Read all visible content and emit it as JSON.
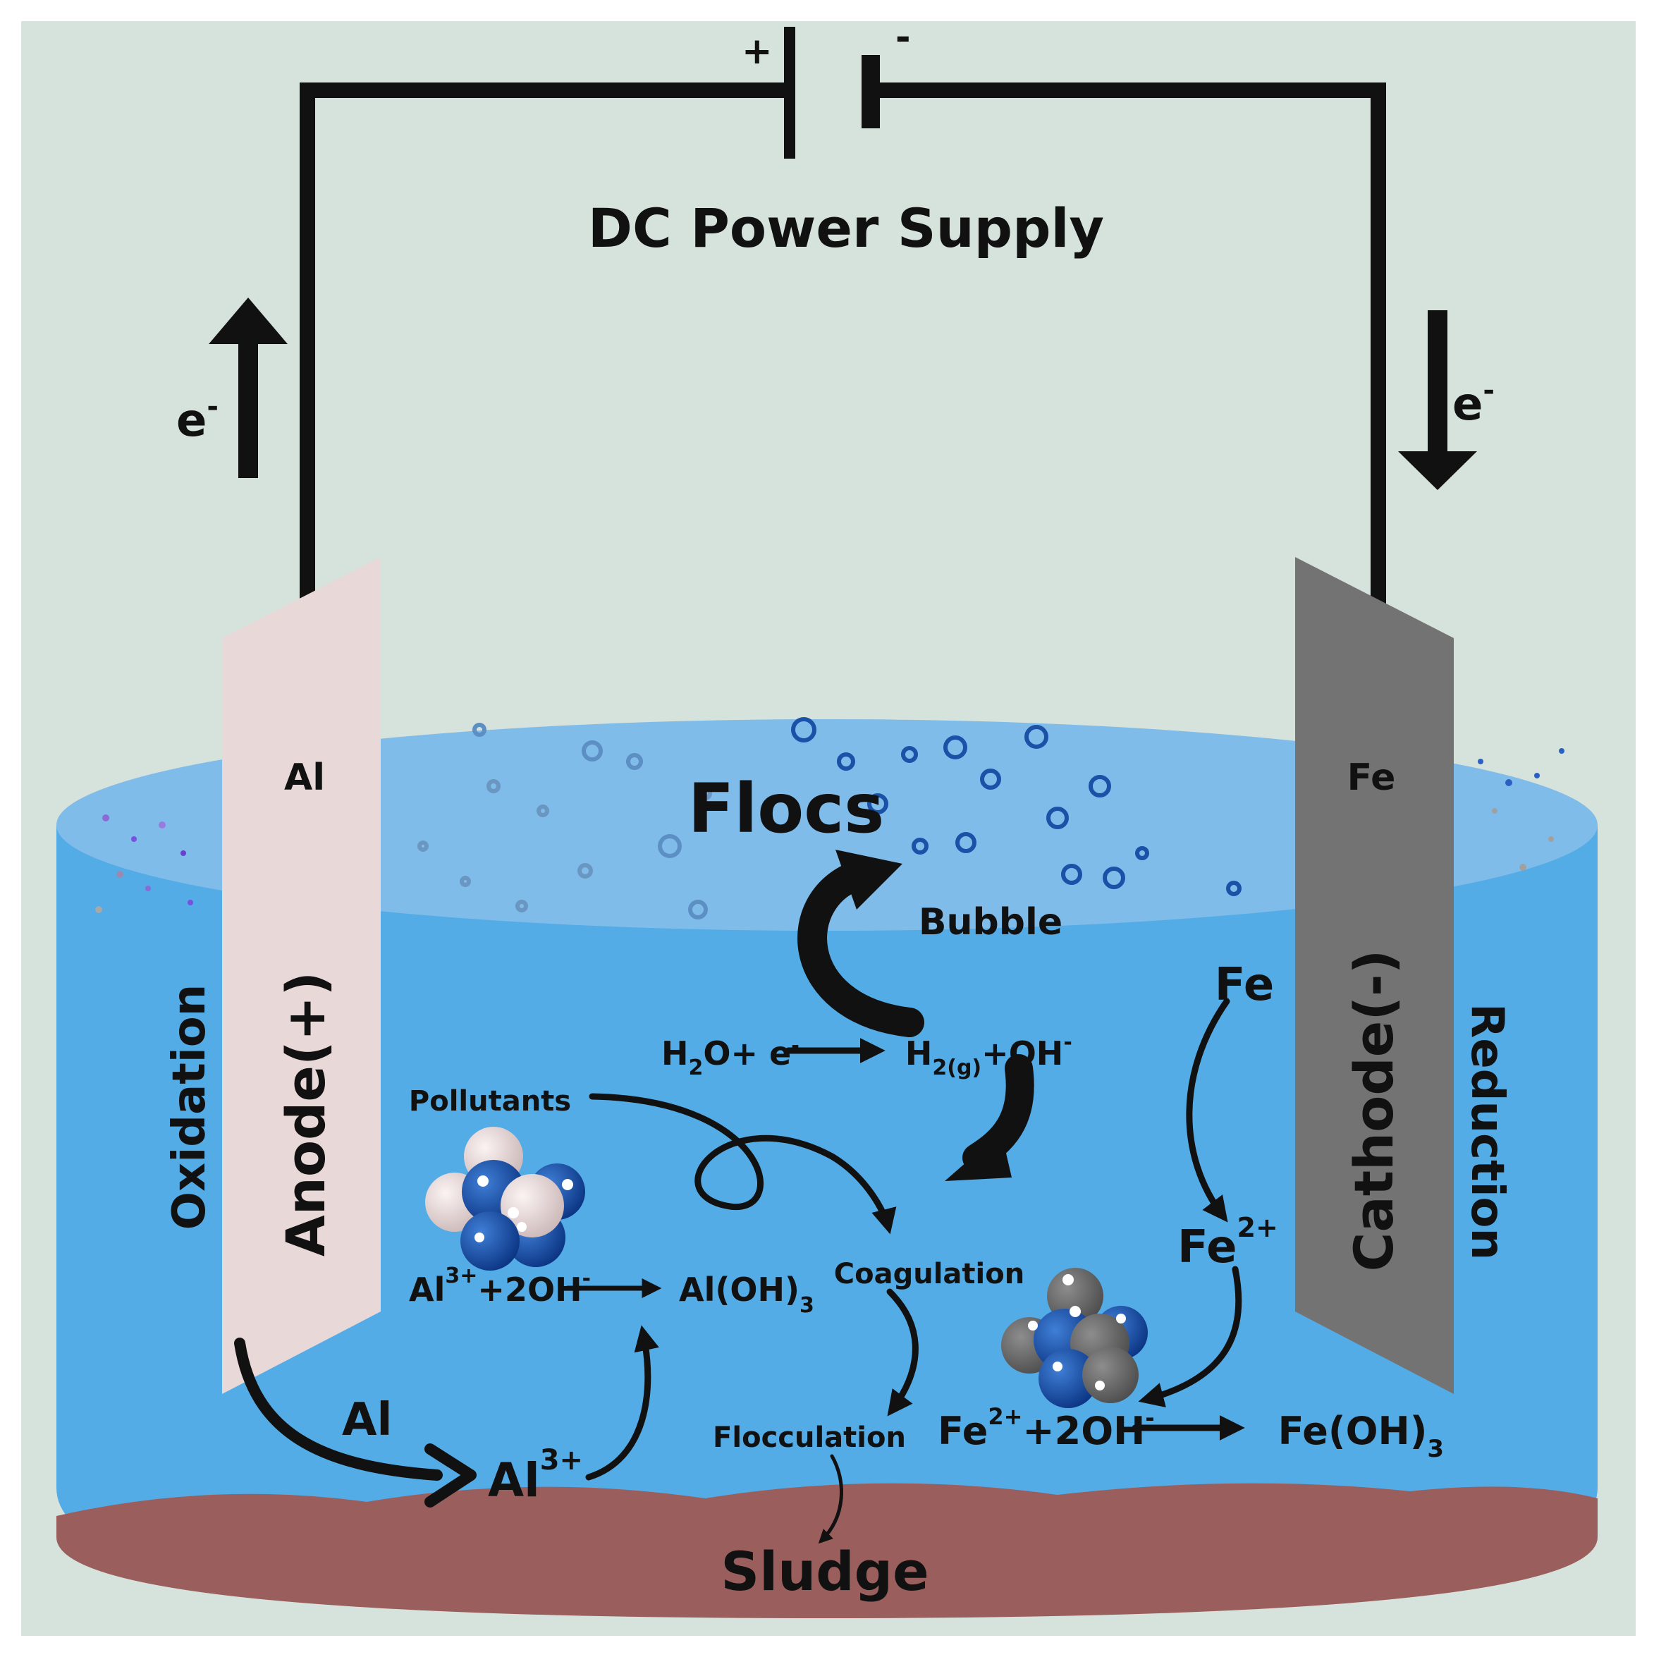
{
  "power_supply": {
    "title": "DC Power Supply",
    "plus": "+",
    "minus": "-"
  },
  "electron_flow": {
    "left_label": "e",
    "right_label": "e",
    "superscript": "-"
  },
  "anode": {
    "metal": "Al",
    "name": "Anode(+)",
    "process": "Oxidation"
  },
  "cathode": {
    "metal": "Fe",
    "name": "Cathode(-)",
    "process": "Reduction"
  },
  "labels": {
    "flocs": "Flocs",
    "bubble": "Bubble",
    "pollutants": "Pollutants",
    "coagulation": "Coagulation",
    "flocculation": "Flocculation",
    "sludge": "Sludge",
    "al_arrow": "Al",
    "fe_top": "Fe"
  },
  "reactions": {
    "water": {
      "a": "H",
      "a_sub": "2",
      "b": "O+ e",
      "b_sup": "-",
      "c": "H",
      "c_sub": "2(g)",
      "d": "+OH",
      "d_sup": "-"
    },
    "al_ion": {
      "base": "Al",
      "sup": "3+"
    },
    "al_hydroxide": {
      "lhs": "Al",
      "lhs_sup": "3+",
      "lhs_rest": "+2OH",
      "lhs_rest_sup": "-",
      "rhs": "Al(OH)",
      "rhs_sub": "3"
    },
    "fe_ion": {
      "base": "Fe",
      "sup": "2+"
    },
    "fe_hydroxide": {
      "lhs": "Fe",
      "lhs_sup": "2+",
      "lhs_rest": "+2OH",
      "lhs_rest_sup": "-",
      "rhs": "Fe(OH)",
      "rhs_sub": "3"
    }
  },
  "colors": {
    "background": "#d6e2dc",
    "water": "#54ace6",
    "water_top": "#80bce9",
    "anode": "#e8d8d8",
    "cathode": "#737373",
    "sludge": "#9a5f5c",
    "wire": "#111111",
    "molecule_blue": "#1a4fa3",
    "molecule_pink": "#e9d9d9",
    "molecule_grey": "#6b6b6b"
  }
}
